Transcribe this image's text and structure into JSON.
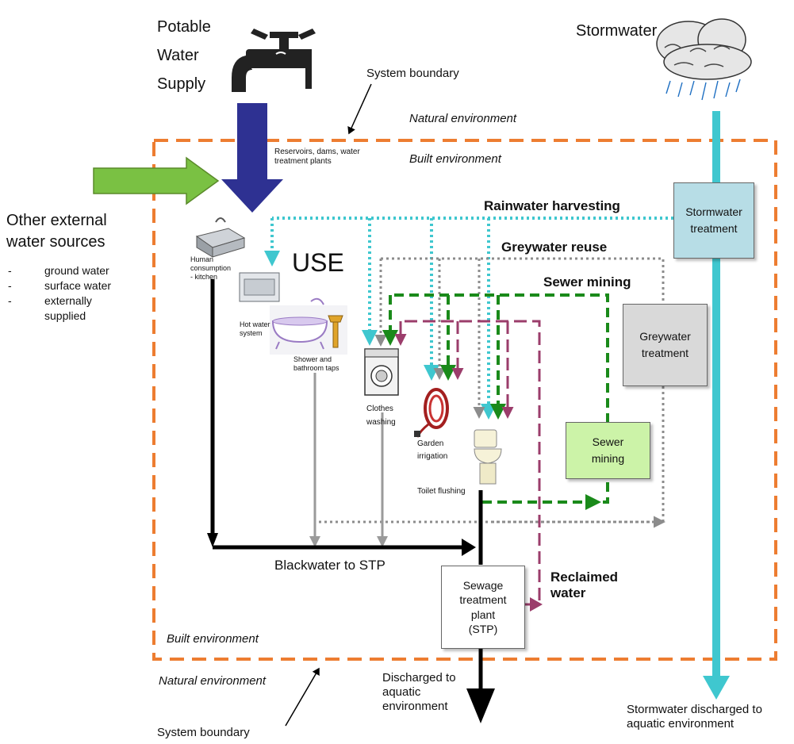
{
  "labels": {
    "potable_supply": "Potable\nWater\nSupply",
    "stormwater": "Stormwater",
    "system_boundary_top": "System boundary",
    "system_boundary_bottom": "System boundary",
    "natural_env_top": "Natural environment",
    "natural_env_bottom": "Natural environment",
    "built_env_top": "Built environment",
    "built_env_bottom": "Built environment",
    "reservoirs": "Reservoirs, dams, water\ntreatment plants",
    "other_sources_title": "Other external\nwater sources",
    "rainwater_harvesting": "Rainwater harvesting",
    "greywater_reuse": "Greywater reuse",
    "sewer_mining_label": "Sewer mining",
    "use": "USE",
    "blackwater": "Blackwater to STP",
    "reclaimed": "Reclaimed\nwater",
    "discharged": "Discharged to\naquatic\nenvironment",
    "storm_discharged": "Stormwater discharged to\naquatic environment"
  },
  "other_sources_list": [
    "ground water",
    "surface water",
    "externally\nsupplied"
  ],
  "uses": {
    "kitchen": "Human\nconsumption\n- kitchen",
    "hot_water": "Hot water\nsystem",
    "shower": "Shower and\nbathroom taps",
    "clothes": "Clothes\nwashing",
    "garden": "Garden\nirrigation",
    "toilet": "Toilet flushing"
  },
  "boxes": {
    "stormwater_treatment": "Stormwater\ntreatment",
    "greywater_treatment": "Greywater\ntreatment",
    "sewer_mining": "Sewer\nmining",
    "stp": "Sewage\ntreatment\nplant\n(STP)"
  },
  "colors": {
    "boundary": "#ed7d31",
    "potable": "#2e3192",
    "external": "#7ac143",
    "stormwater": "#3fc7cf",
    "greywater": "#8c8c8c",
    "sewer": "#1a8a1a",
    "reclaimed": "#9b3d6b",
    "blackwater": "#000000",
    "storm_box": "#b7dde6",
    "grey_box": "#d9d9d9",
    "sewer_box": "#ccf3a8"
  }
}
